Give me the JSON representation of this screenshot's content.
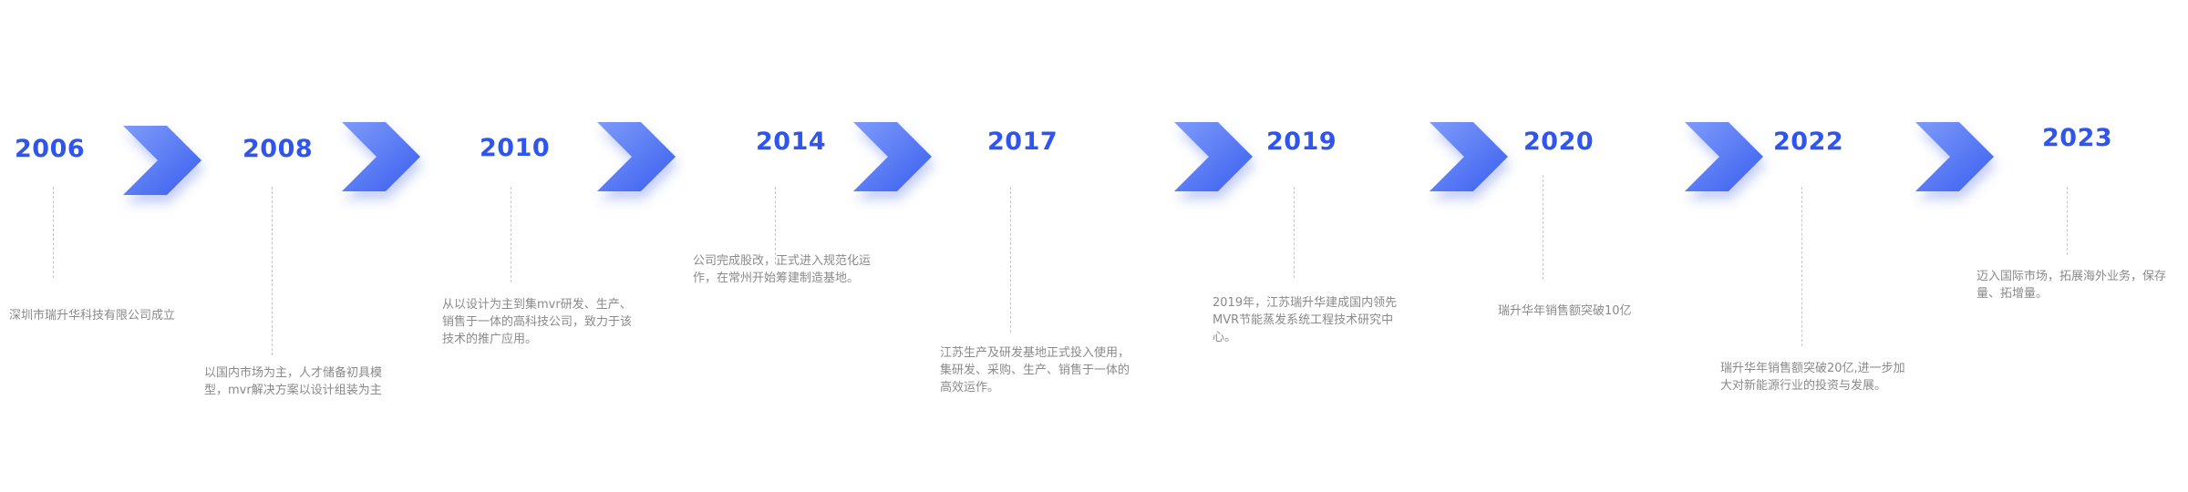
{
  "accent": "#2f55ec",
  "chevron_gradient": [
    "#7e9bf9",
    "#3a5ef0"
  ],
  "milestones": [
    {
      "year": "2006",
      "desc": "深圳市瑞升华科技有限公司成立"
    },
    {
      "year": "2008",
      "desc": "以国内市场为主，人才储备初具模\n型，mvr解决方案以设计组装为主"
    },
    {
      "year": "2010",
      "desc": "从以设计为主到集mvr研发、生产、\n销售于一体的高科技公司，致力于该\n技术的推广应用。"
    },
    {
      "year": "2014",
      "desc": "公司完成股改，正式进入规范化运\n作，在常州开始筹建制造基地。"
    },
    {
      "year": "2017",
      "desc": "江苏生产及研发基地正式投入使用，\n集研发、采购、生产、销售于一体的\n高效运作。"
    },
    {
      "year": "2019",
      "desc": "2019年，江苏瑞升华建成国内领先\nMVR节能蒸发系统工程技术研究中\n心。"
    },
    {
      "year": "2020",
      "desc": "瑞升华年销售额突破10亿"
    },
    {
      "year": "2022",
      "desc": "瑞升华年销售额突破20亿,进一步加\n大对新能源行业的投资与发展。"
    },
    {
      "year": "2023",
      "desc": "迈入国际市场，拓展海外业务，保存\n量、拓增量。"
    }
  ],
  "arrow_icon": "chevron-right-icon"
}
